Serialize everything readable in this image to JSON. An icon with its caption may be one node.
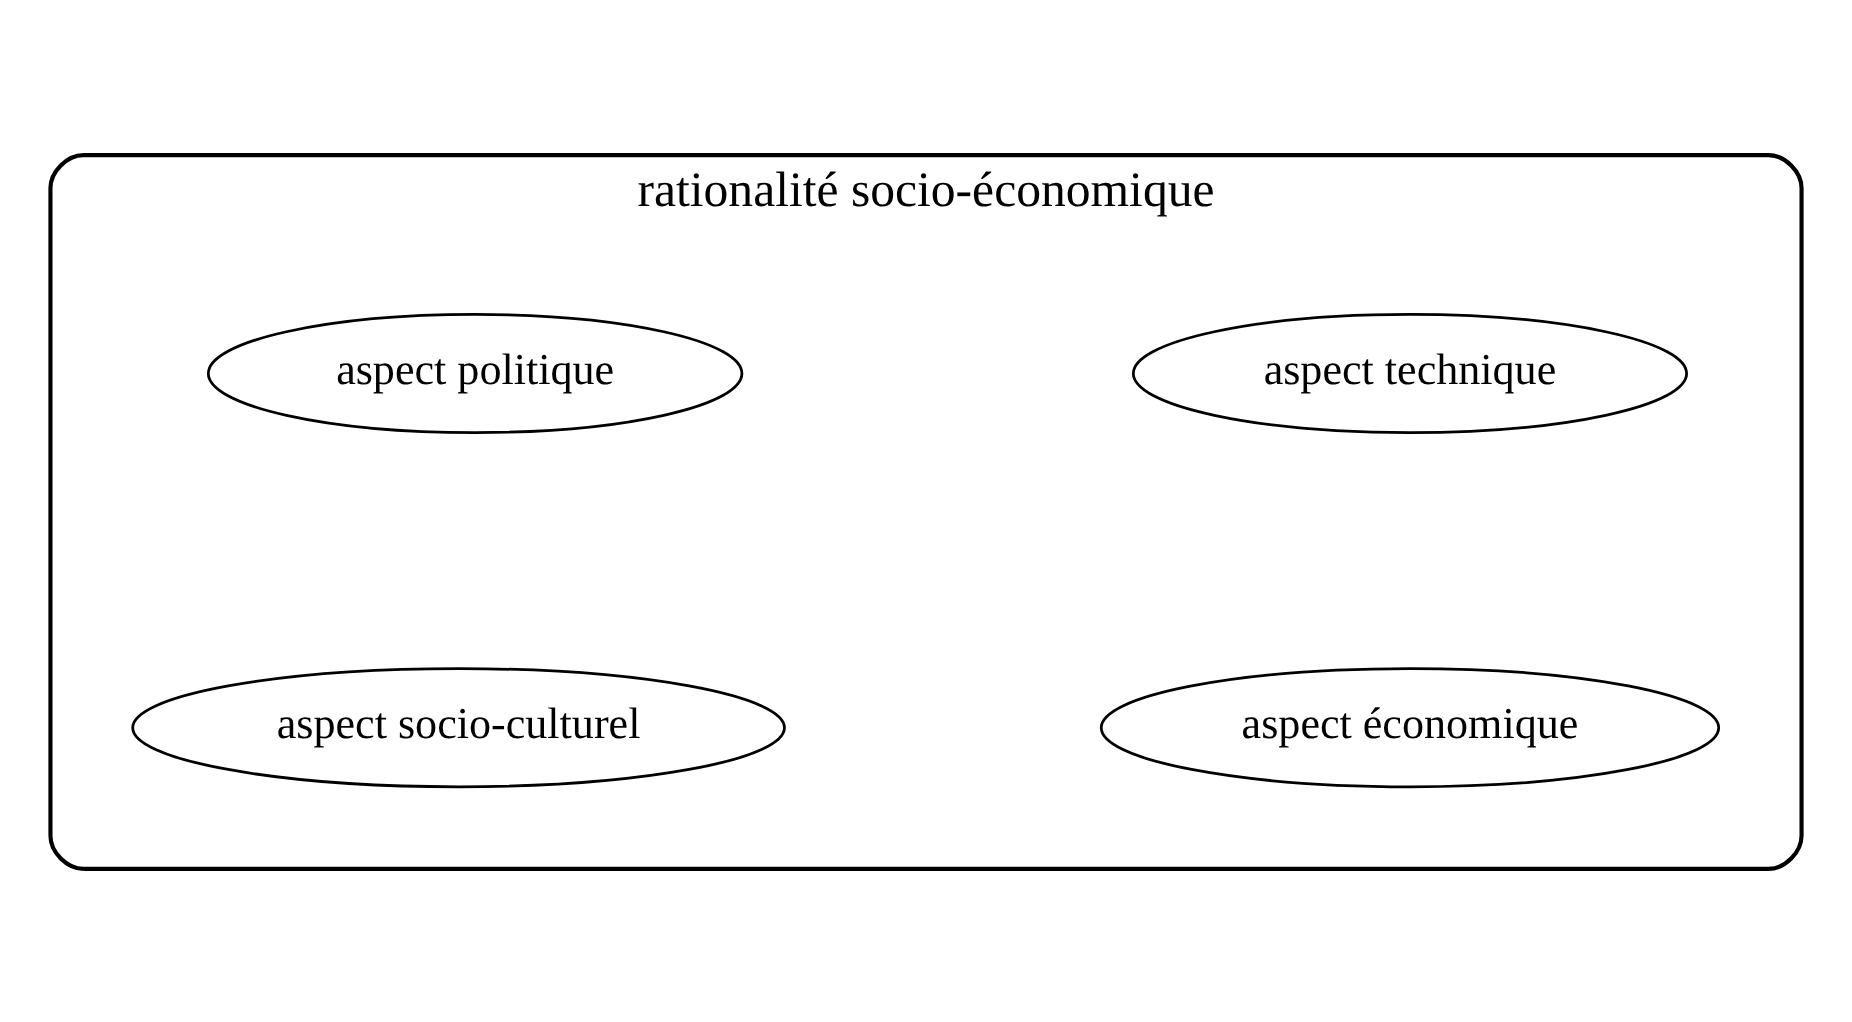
{
  "diagram": {
    "nodes": [
      {
        "text": [
          "rationalité socio-économique"
        ]
      },
      {
        "text": [
          "aspect technique"
        ],
        "in": 0
      },
      {
        "text": [
          "aspect politique"
        ],
        "in": 0
      },
      {
        "text": [
          "aspect économique"
        ],
        "in": 0
      },
      {
        "text": [
          "aspect socio-culturel"
        ],
        "in": 0
      }
    ]
  }
}
